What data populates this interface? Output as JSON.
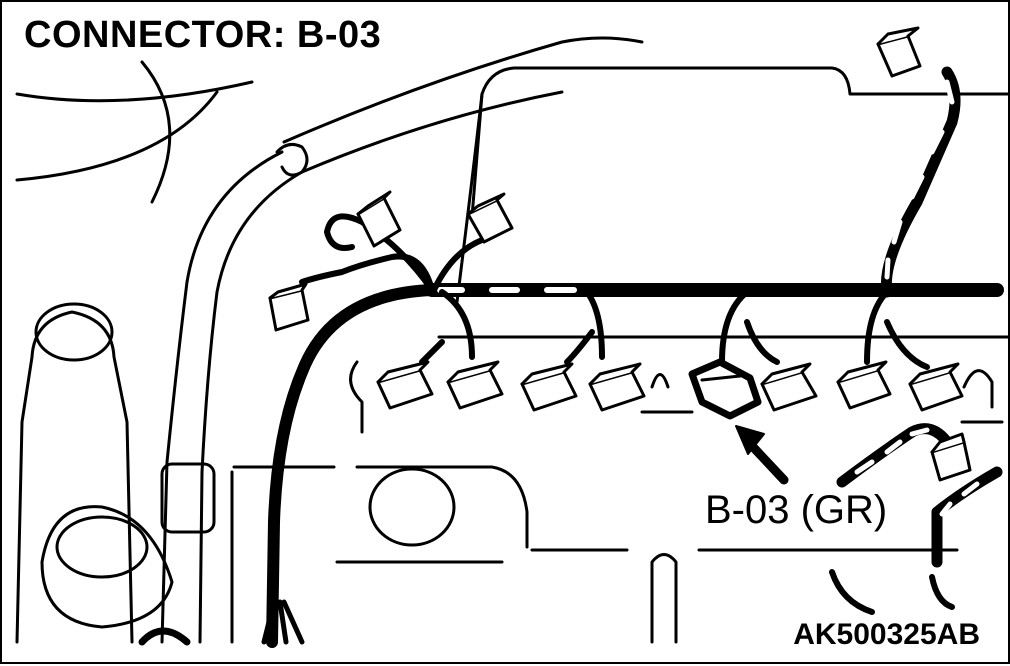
{
  "diagram": {
    "title": "CONNECTOR: B-03",
    "callout_label": "B-03 (GR)",
    "figure_id": "AK500325AB"
  }
}
